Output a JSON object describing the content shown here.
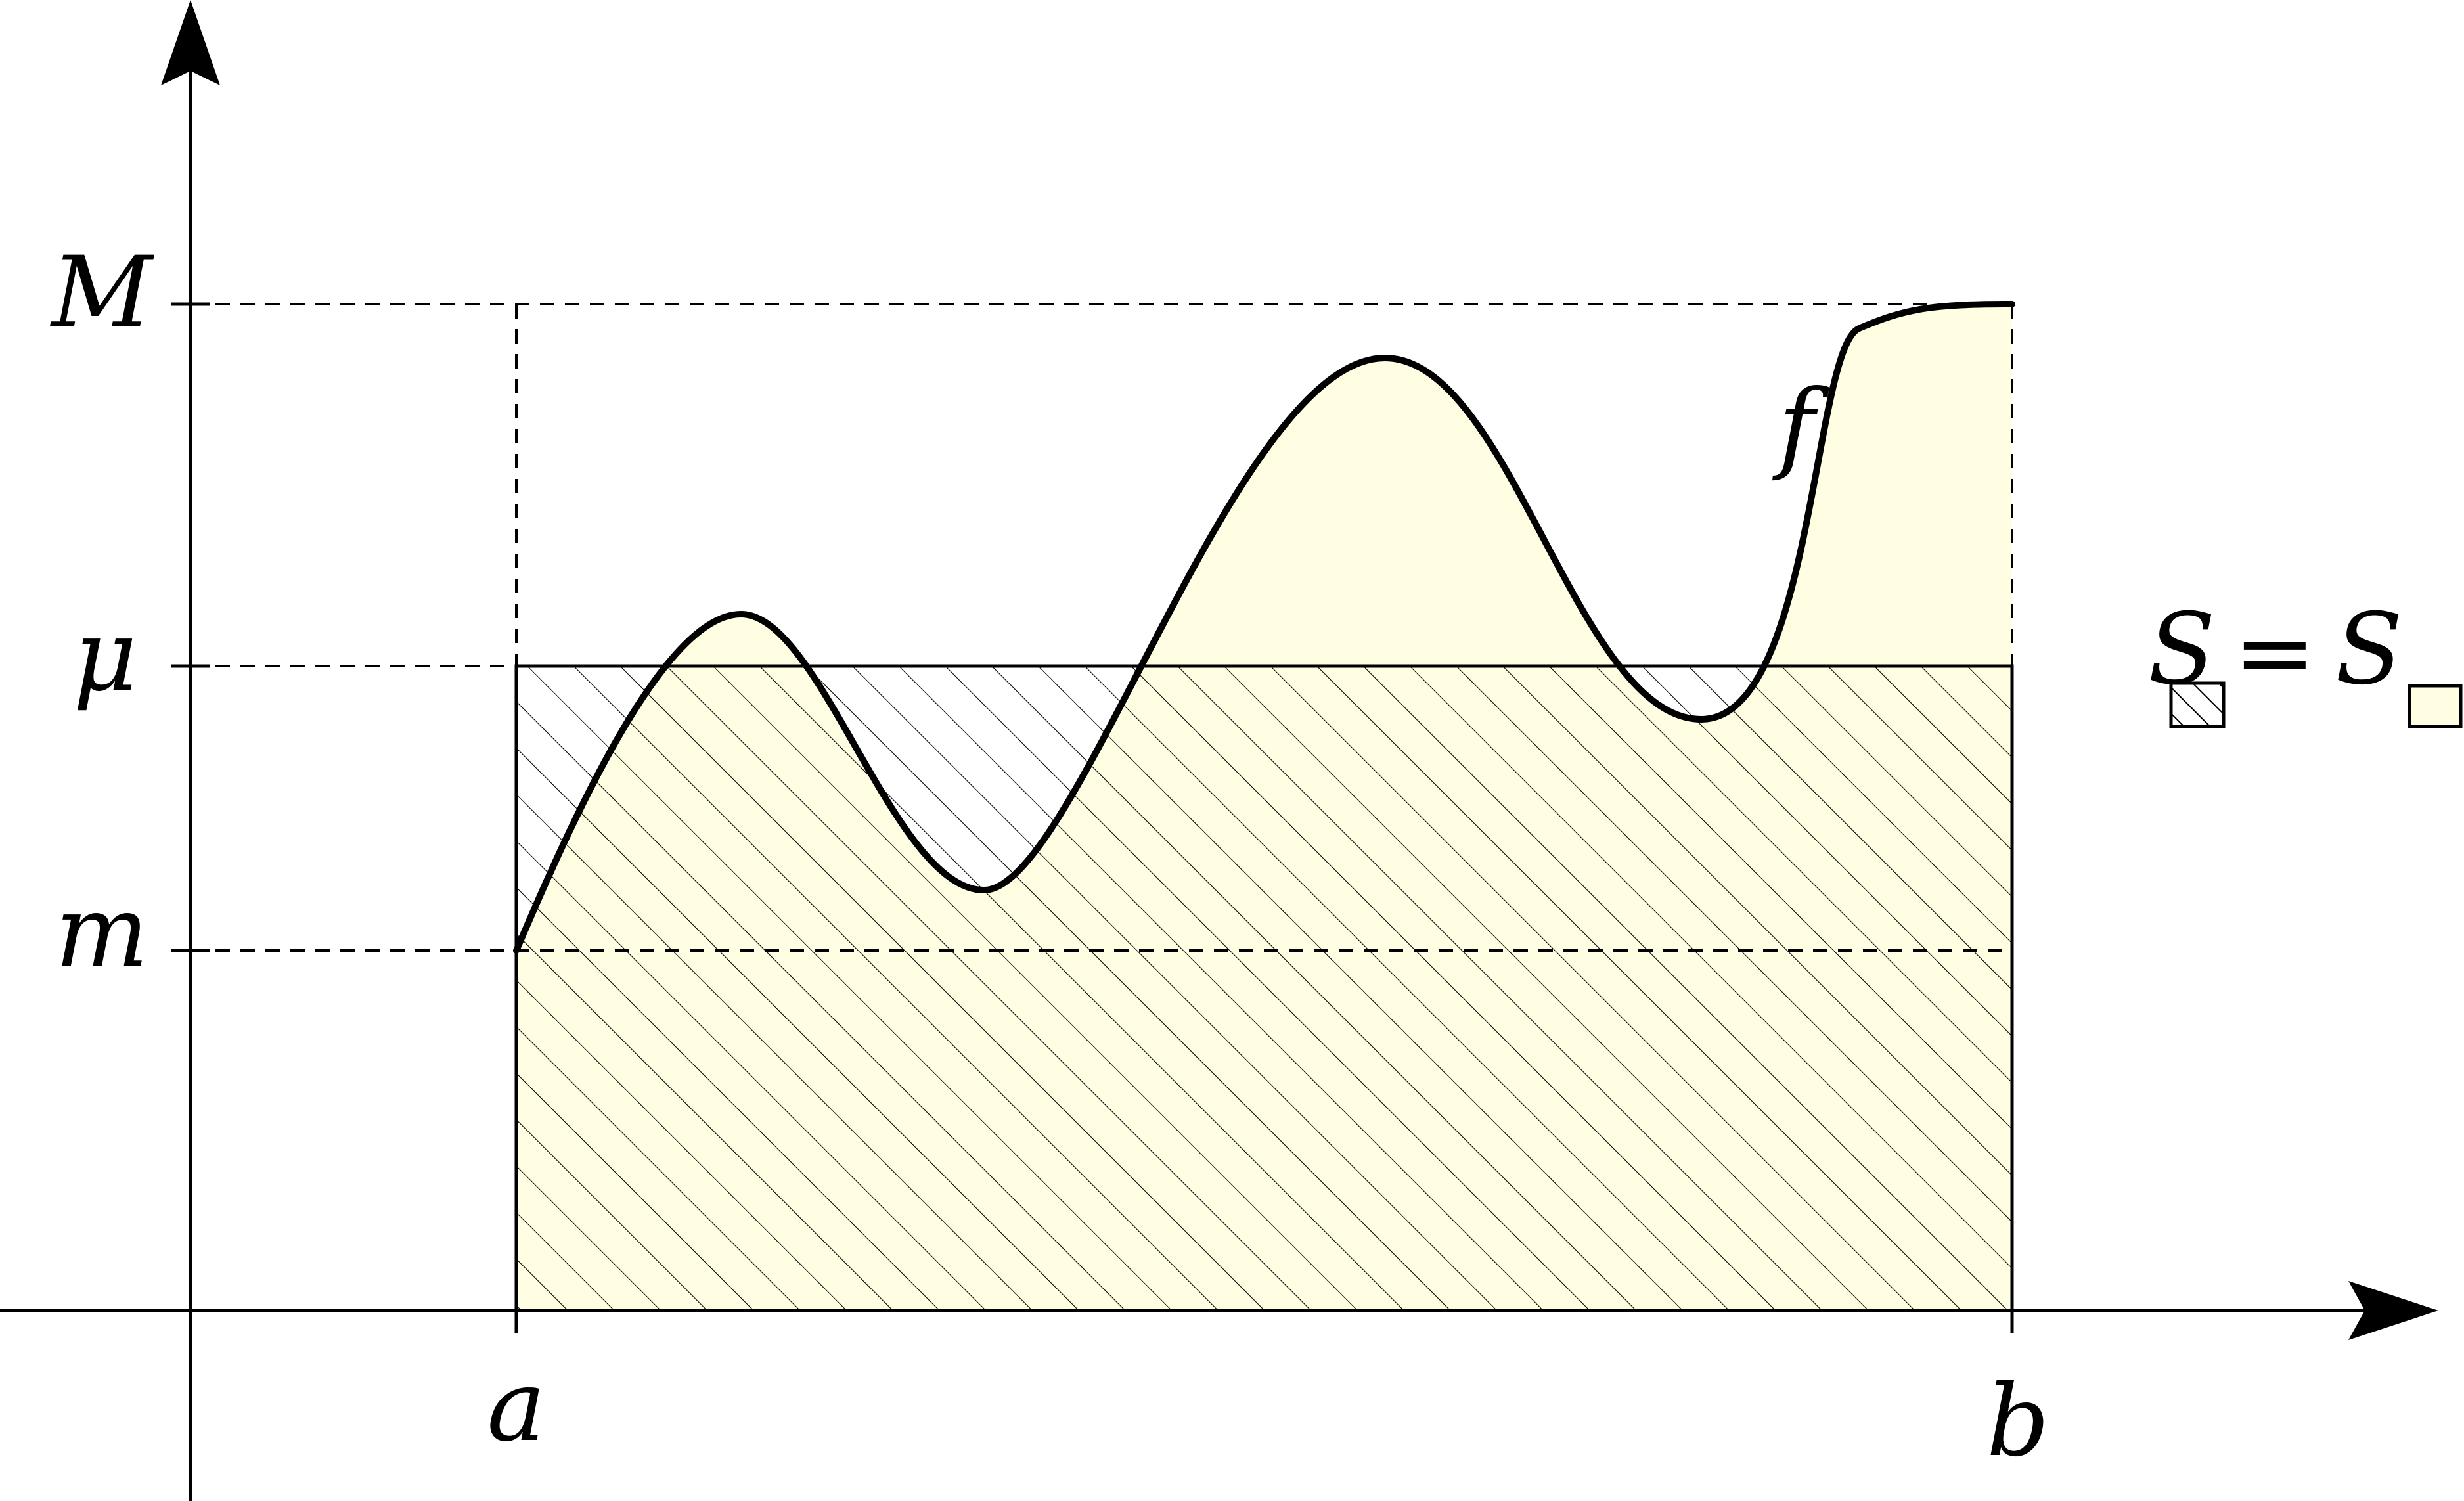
{
  "labels": {
    "y_M": "M",
    "y_mu": "μ",
    "y_m": "m",
    "x_a": "a",
    "x_b": "b",
    "func": "f"
  },
  "legend": {
    "left_symbol": "S",
    "equals": "=",
    "right_symbol": "S"
  },
  "colors": {
    "fill": "#FFFDE2",
    "stroke": "#000000",
    "hatch": "#000000"
  }
}
